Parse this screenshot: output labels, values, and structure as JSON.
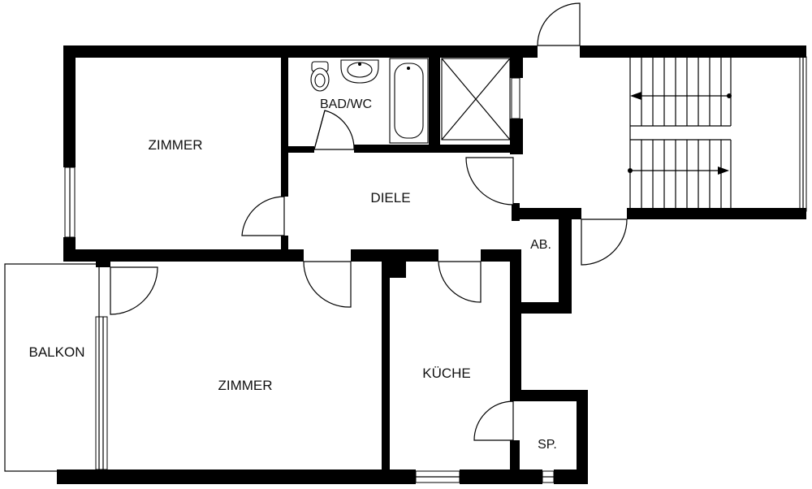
{
  "rooms": {
    "zimmer_top": "ZIMMER",
    "bad_wc": "BAD/WC",
    "diele": "DIELE",
    "abstellraum": "AB.",
    "balkon": "BALKON",
    "zimmer_bottom": "ZIMMER",
    "kueche": "KÜCHE",
    "speisekammer": "SP."
  },
  "colors": {
    "wall": "#000000",
    "background": "#ffffff"
  }
}
